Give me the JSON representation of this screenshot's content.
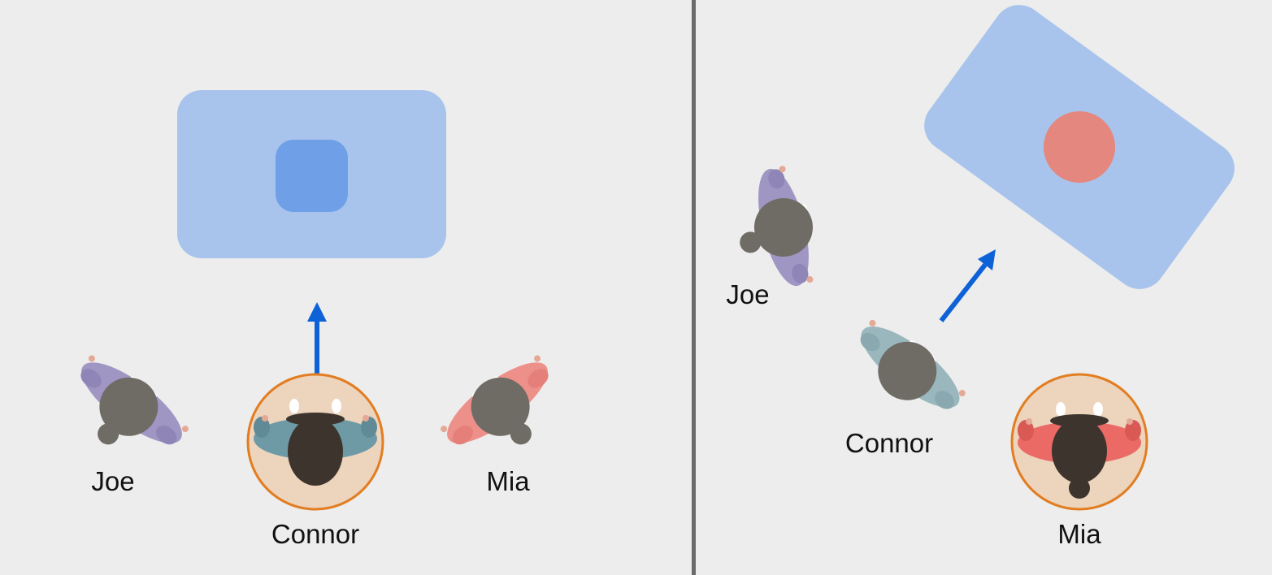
{
  "colors": {
    "background": "#ecedec",
    "divider": "#6b6b6b",
    "screen": "#a9c4ec",
    "screen_center_left": "#6f9fe6",
    "screen_center_right": "#e4877f",
    "arrow": "#0e62d8",
    "highlight_fill": "#ecd4bd",
    "highlight_ring": "#e27d21",
    "head_gray": "#6f6c66",
    "head_dark": "#3d342d",
    "joe_body": "#a096c4",
    "connor_body_left": "#6e9aa6",
    "connor_body_right": "#9bb7be",
    "mia_body_left": "#ee908a",
    "mia_body_right": "#eb6a65",
    "skin": "#e5a895"
  },
  "left_panel": {
    "people": [
      {
        "name": "Joe",
        "highlighted": false
      },
      {
        "name": "Connor",
        "highlighted": true
      },
      {
        "name": "Mia",
        "highlighted": false
      }
    ],
    "center_marker": "rounded-square"
  },
  "right_panel": {
    "people": [
      {
        "name": "Joe",
        "highlighted": false
      },
      {
        "name": "Connor",
        "highlighted": false
      },
      {
        "name": "Mia",
        "highlighted": true
      }
    ],
    "center_marker": "circle"
  }
}
